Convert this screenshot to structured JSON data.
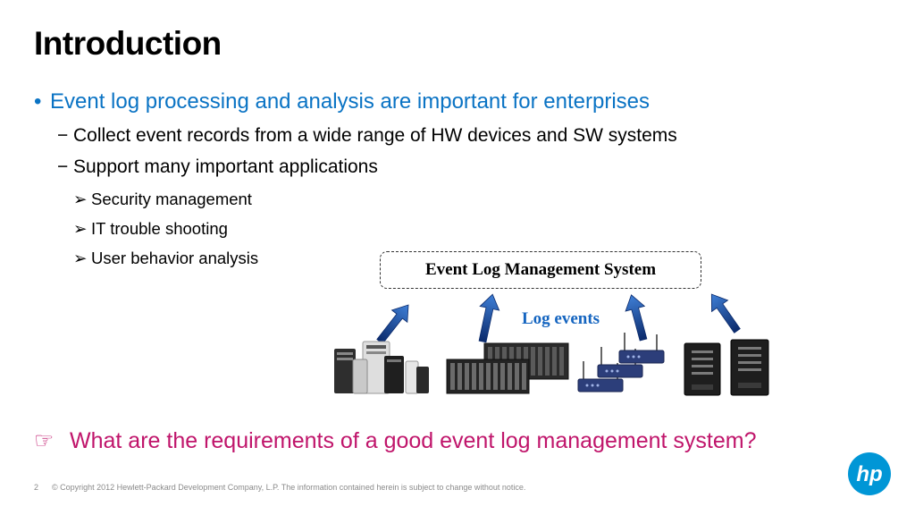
{
  "slide": {
    "title": "Introduction",
    "bullet1": "Event log processing and analysis are important for enterprises",
    "bullet1_marker": "•",
    "sub_marker": "−",
    "sub_bullets": [
      "Collect event records from a wide range of HW devices and SW systems",
      "Support many important applications"
    ],
    "subsub_marker": "➢",
    "subsub_bullets": [
      "Security management",
      "IT trouble shooting",
      "User behavior analysis"
    ]
  },
  "diagram": {
    "system_label": "Event Log Management System",
    "flow_label": "Log events",
    "device_groups": [
      {
        "icon": "workstations-icon"
      },
      {
        "icon": "blade-servers-icon"
      },
      {
        "icon": "network-routers-icon"
      },
      {
        "icon": "tower-servers-icon"
      }
    ]
  },
  "question": {
    "icon": "pointing-hand-icon",
    "hand_glyph": "☞",
    "text": "What are the requirements of a good event log management system?"
  },
  "footer": {
    "page_number": "2",
    "copyright": "© Copyright 2012 Hewlett-Packard Development Company, L.P.  The information contained herein is subject to change without notice."
  },
  "brand": {
    "logo_text": "hp",
    "logo_color": "#0096d6",
    "accent_blue": "#0a73c4",
    "accent_magenta": "#c0156b"
  }
}
